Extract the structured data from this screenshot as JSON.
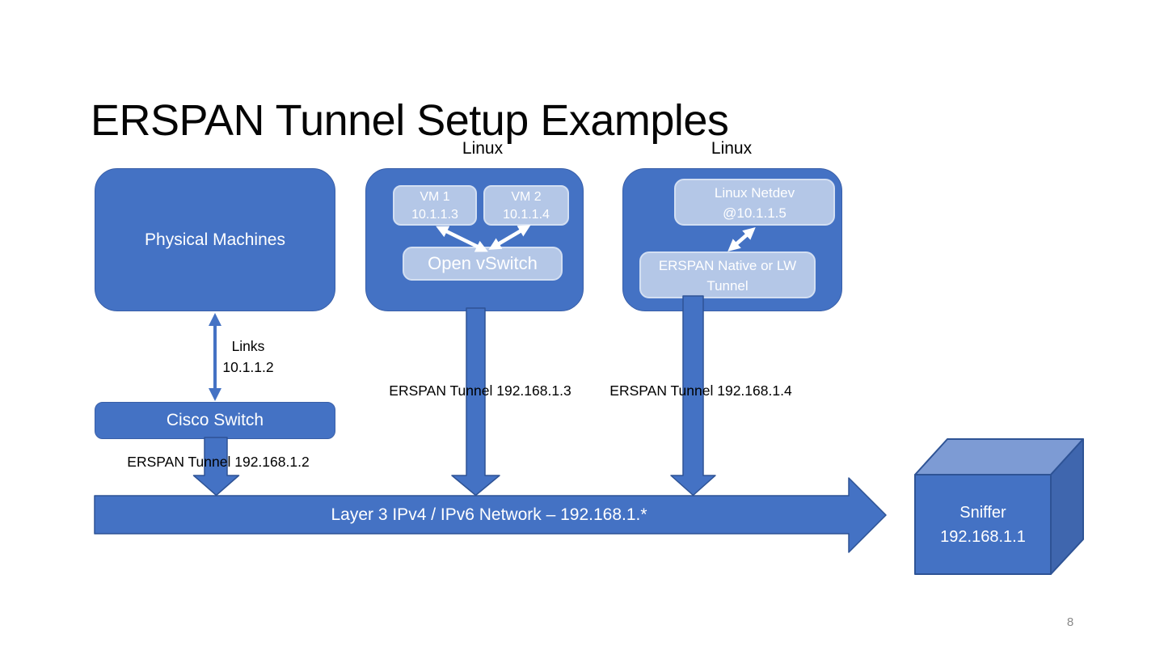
{
  "slide": {
    "title": "ERSPAN Tunnel Setup Examples",
    "page_number": "8"
  },
  "nodes": {
    "physical_machines": {
      "label": "Physical Machines"
    },
    "linux_ovs": {
      "host_label": "Linux",
      "vm1": {
        "line1": "VM 1",
        "line2": "10.1.1.3"
      },
      "vm2": {
        "line1": "VM 2",
        "line2": "10.1.1.4"
      },
      "ovs": {
        "label": "Open vSwitch"
      }
    },
    "linux_netdev": {
      "host_label": "Linux",
      "netdev": {
        "line1": "Linux Netdev",
        "line2": "@10.1.1.5"
      },
      "erspan": {
        "line1": "ERSPAN Native or LW",
        "line2": "Tunnel"
      }
    },
    "cisco_switch": {
      "label": "Cisco Switch"
    },
    "sniffer": {
      "line1": "Sniffer",
      "line2": "192.168.1.1"
    }
  },
  "links": {
    "physical_to_cisco": {
      "line1": "Links",
      "line2": "10.1.1.2"
    },
    "tunnel_cisco": "ERSPAN Tunnel 192.168.1.2",
    "tunnel_ovs": "ERSPAN Tunnel 192.168.1.3",
    "tunnel_netdev": "ERSPAN Tunnel 192.168.1.4",
    "network_bar": "Layer 3 IPv4 / IPv6 Network – 192.168.1.*"
  },
  "colors": {
    "node_fill": "#4472C4",
    "node_border": "#395FA8",
    "inner_fill": "#B4C7E7",
    "inner_border": "#D3DFF2",
    "arrow_outline": "#2E5395",
    "cube_top": "#7D9BD4",
    "cube_side": "#3F66AE",
    "text_on_blue": "#FFFFFF",
    "label_text": "#000000",
    "page_number_color": "#8A8A8A"
  }
}
